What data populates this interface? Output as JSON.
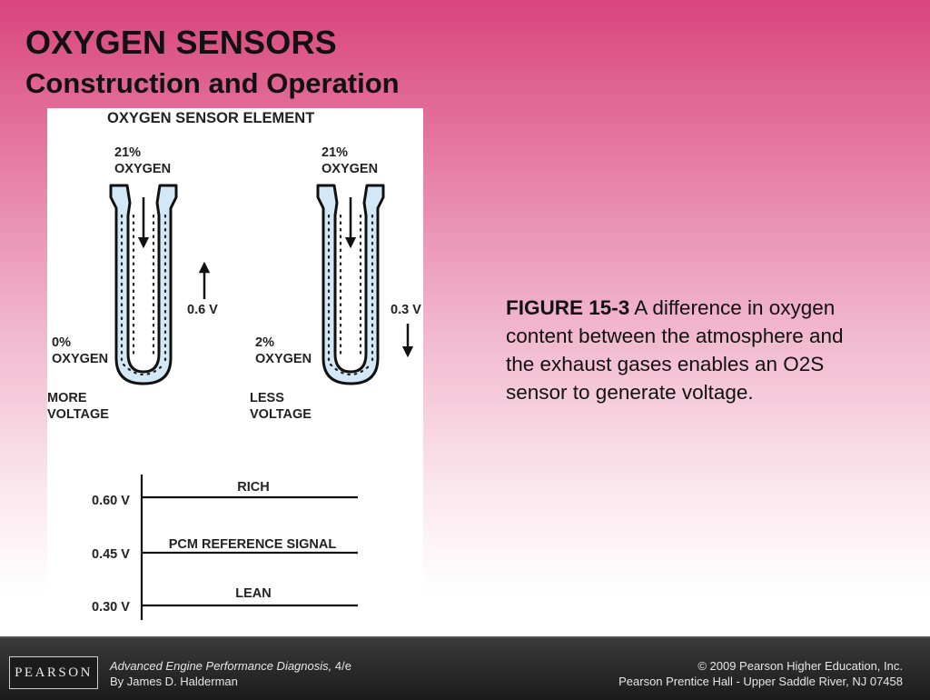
{
  "header": {
    "title": "OXYGEN SENSORS",
    "subtitle": "Construction and Operation"
  },
  "figure": {
    "heading": "OXYGEN SENSOR ELEMENT",
    "left_sensor": {
      "top_pct": "21%",
      "top_gas": "OXYGEN",
      "voltage": "0.6 V",
      "bottom_pct": "0%",
      "bottom_gas": "OXYGEN",
      "result_line1": "MORE",
      "result_line2": "VOLTAGE"
    },
    "right_sensor": {
      "top_pct": "21%",
      "top_gas": "OXYGEN",
      "voltage": "0.3 V",
      "bottom_pct": "2%",
      "bottom_gas": "OXYGEN",
      "result_line1": "LESS",
      "result_line2": "VOLTAGE"
    },
    "scale": {
      "levels": [
        {
          "voltage": "0.60 V",
          "label": "RICH"
        },
        {
          "voltage": "0.45 V",
          "label": "PCM REFERENCE SIGNAL"
        },
        {
          "voltage": "0.30 V",
          "label": "LEAN"
        }
      ]
    }
  },
  "caption": {
    "figure_number": "FIGURE 15-3",
    "text": " A difference in oxygen content between the atmosphere and the exhaust gases enables an O2S sensor to generate voltage."
  },
  "footer": {
    "logo_text": "PEARSON",
    "book_title": "Advanced Engine Performance Diagnosis,",
    "edition": " 4/e",
    "author": "By James D. Halderman",
    "copyright": "© 2009 Pearson Higher Education, Inc.",
    "publisher": "Pearson Prentice Hall - Upper Saddle River, NJ 07458"
  },
  "colors": {
    "background_top": "#d9457c",
    "sensor_fill": "#d3e8f6",
    "footer_bg": "#1b1b1b"
  }
}
